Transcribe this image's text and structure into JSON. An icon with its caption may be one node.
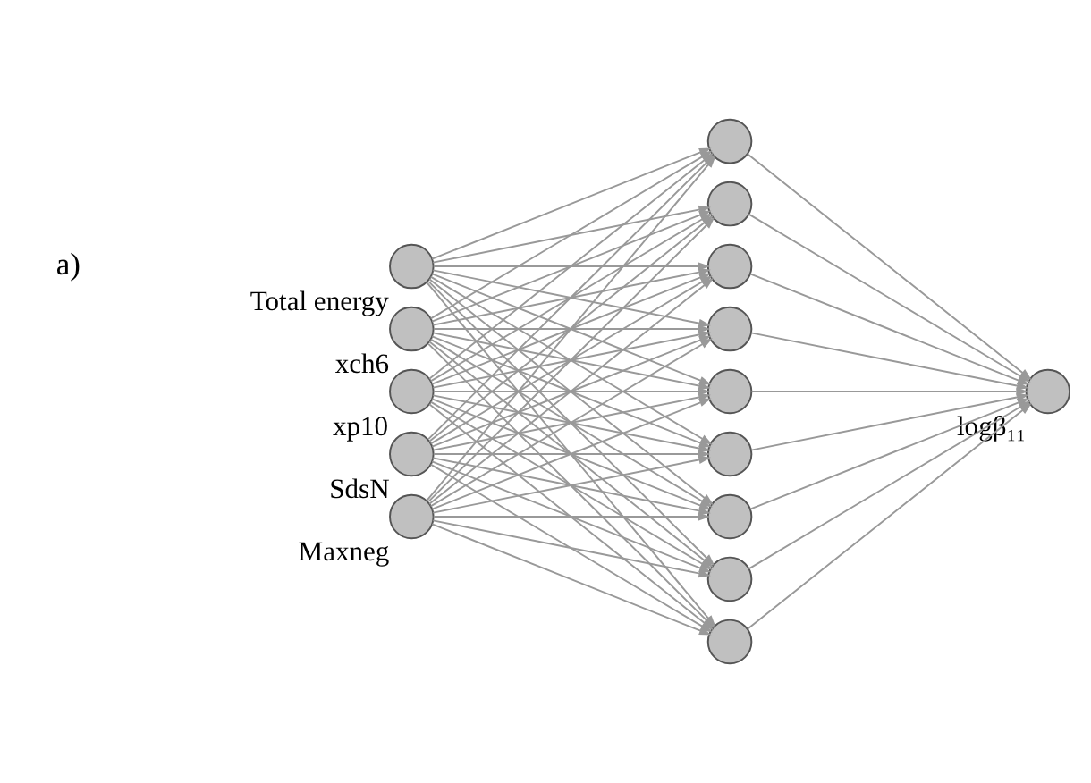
{
  "diagram": {
    "nodes": [
      {
        "text": [],
        "shape": "circle",
        "beside": [
          "Total energy"
        ]
      },
      {
        "text": [],
        "shape": "circle",
        "beside": [
          "xch6"
        ]
      },
      {
        "text": [],
        "shape": "circle",
        "beside": [
          "xp10"
        ]
      },
      {
        "text": [],
        "shape": "circle",
        "beside": [
          "SdsN"
        ]
      },
      {
        "text": [],
        "shape": "circle",
        "beside": [
          "Maxneg"
        ]
      },
      {
        "text": [],
        "shape": "circle"
      },
      {
        "text": [],
        "shape": "circle"
      },
      {
        "text": [],
        "shape": "circle"
      },
      {
        "text": [],
        "shape": "circle"
      },
      {
        "text": [],
        "shape": "circle"
      },
      {
        "text": [],
        "shape": "circle"
      },
      {
        "text": [],
        "shape": "circle"
      },
      {
        "text": [],
        "shape": "circle"
      },
      {
        "text": [],
        "shape": "circle"
      },
      {
        "text": [],
        "shape": "circle",
        "beside": [
          "logβ₁₁"
        ]
      }
    ],
    "edges": [
      {
        "from": 0,
        "to": 5,
        "arrow": "to"
      },
      {
        "from": 0,
        "to": 6,
        "arrow": "to"
      },
      {
        "from": 0,
        "to": 7,
        "arrow": "to"
      },
      {
        "from": 0,
        "to": 8,
        "arrow": "to"
      },
      {
        "from": 0,
        "to": 9,
        "arrow": "to"
      },
      {
        "from": 0,
        "to": 10,
        "arrow": "to"
      },
      {
        "from": 0,
        "to": 11,
        "arrow": "to"
      },
      {
        "from": 0,
        "to": 12,
        "arrow": "to"
      },
      {
        "from": 0,
        "to": 13,
        "arrow": "to"
      },
      {
        "from": 1,
        "to": 5,
        "arrow": "to"
      },
      {
        "from": 1,
        "to": 6,
        "arrow": "to"
      },
      {
        "from": 1,
        "to": 7,
        "arrow": "to"
      },
      {
        "from": 1,
        "to": 8,
        "arrow": "to"
      },
      {
        "from": 1,
        "to": 9,
        "arrow": "to"
      },
      {
        "from": 1,
        "to": 10,
        "arrow": "to"
      },
      {
        "from": 1,
        "to": 11,
        "arrow": "to"
      },
      {
        "from": 1,
        "to": 12,
        "arrow": "to"
      },
      {
        "from": 1,
        "to": 13,
        "arrow": "to"
      },
      {
        "from": 2,
        "to": 5,
        "arrow": "to"
      },
      {
        "from": 2,
        "to": 6,
        "arrow": "to"
      },
      {
        "from": 2,
        "to": 7,
        "arrow": "to"
      },
      {
        "from": 2,
        "to": 8,
        "arrow": "to"
      },
      {
        "from": 2,
        "to": 9,
        "arrow": "to"
      },
      {
        "from": 2,
        "to": 10,
        "arrow": "to"
      },
      {
        "from": 2,
        "to": 11,
        "arrow": "to"
      },
      {
        "from": 2,
        "to": 12,
        "arrow": "to"
      },
      {
        "from": 2,
        "to": 13,
        "arrow": "to"
      },
      {
        "from": 3,
        "to": 5,
        "arrow": "to"
      },
      {
        "from": 3,
        "to": 6,
        "arrow": "to"
      },
      {
        "from": 3,
        "to": 7,
        "arrow": "to"
      },
      {
        "from": 3,
        "to": 8,
        "arrow": "to"
      },
      {
        "from": 3,
        "to": 9,
        "arrow": "to"
      },
      {
        "from": 3,
        "to": 10,
        "arrow": "to"
      },
      {
        "from": 3,
        "to": 11,
        "arrow": "to"
      },
      {
        "from": 3,
        "to": 12,
        "arrow": "to"
      },
      {
        "from": 3,
        "to": 13,
        "arrow": "to"
      },
      {
        "from": 4,
        "to": 5,
        "arrow": "to"
      },
      {
        "from": 4,
        "to": 6,
        "arrow": "to"
      },
      {
        "from": 4,
        "to": 7,
        "arrow": "to"
      },
      {
        "from": 4,
        "to": 8,
        "arrow": "to"
      },
      {
        "from": 4,
        "to": 9,
        "arrow": "to"
      },
      {
        "from": 4,
        "to": 10,
        "arrow": "to"
      },
      {
        "from": 4,
        "to": 11,
        "arrow": "to"
      },
      {
        "from": 4,
        "to": 12,
        "arrow": "to"
      },
      {
        "from": 4,
        "to": 13,
        "arrow": "to"
      },
      {
        "from": 5,
        "to": 14,
        "arrow": "to"
      },
      {
        "from": 6,
        "to": 14,
        "arrow": "to"
      },
      {
        "from": 7,
        "to": 14,
        "arrow": "to"
      },
      {
        "from": 8,
        "to": 14,
        "arrow": "to"
      },
      {
        "from": 9,
        "to": 14,
        "arrow": "to"
      },
      {
        "from": 10,
        "to": 14,
        "arrow": "to"
      },
      {
        "from": 11,
        "to": 14,
        "arrow": "to"
      },
      {
        "from": 12,
        "to": 14,
        "arrow": "to"
      },
      {
        "from": 13,
        "to": 14,
        "arrow": "to"
      }
    ],
    "labels": [
      "a)"
    ]
  }
}
